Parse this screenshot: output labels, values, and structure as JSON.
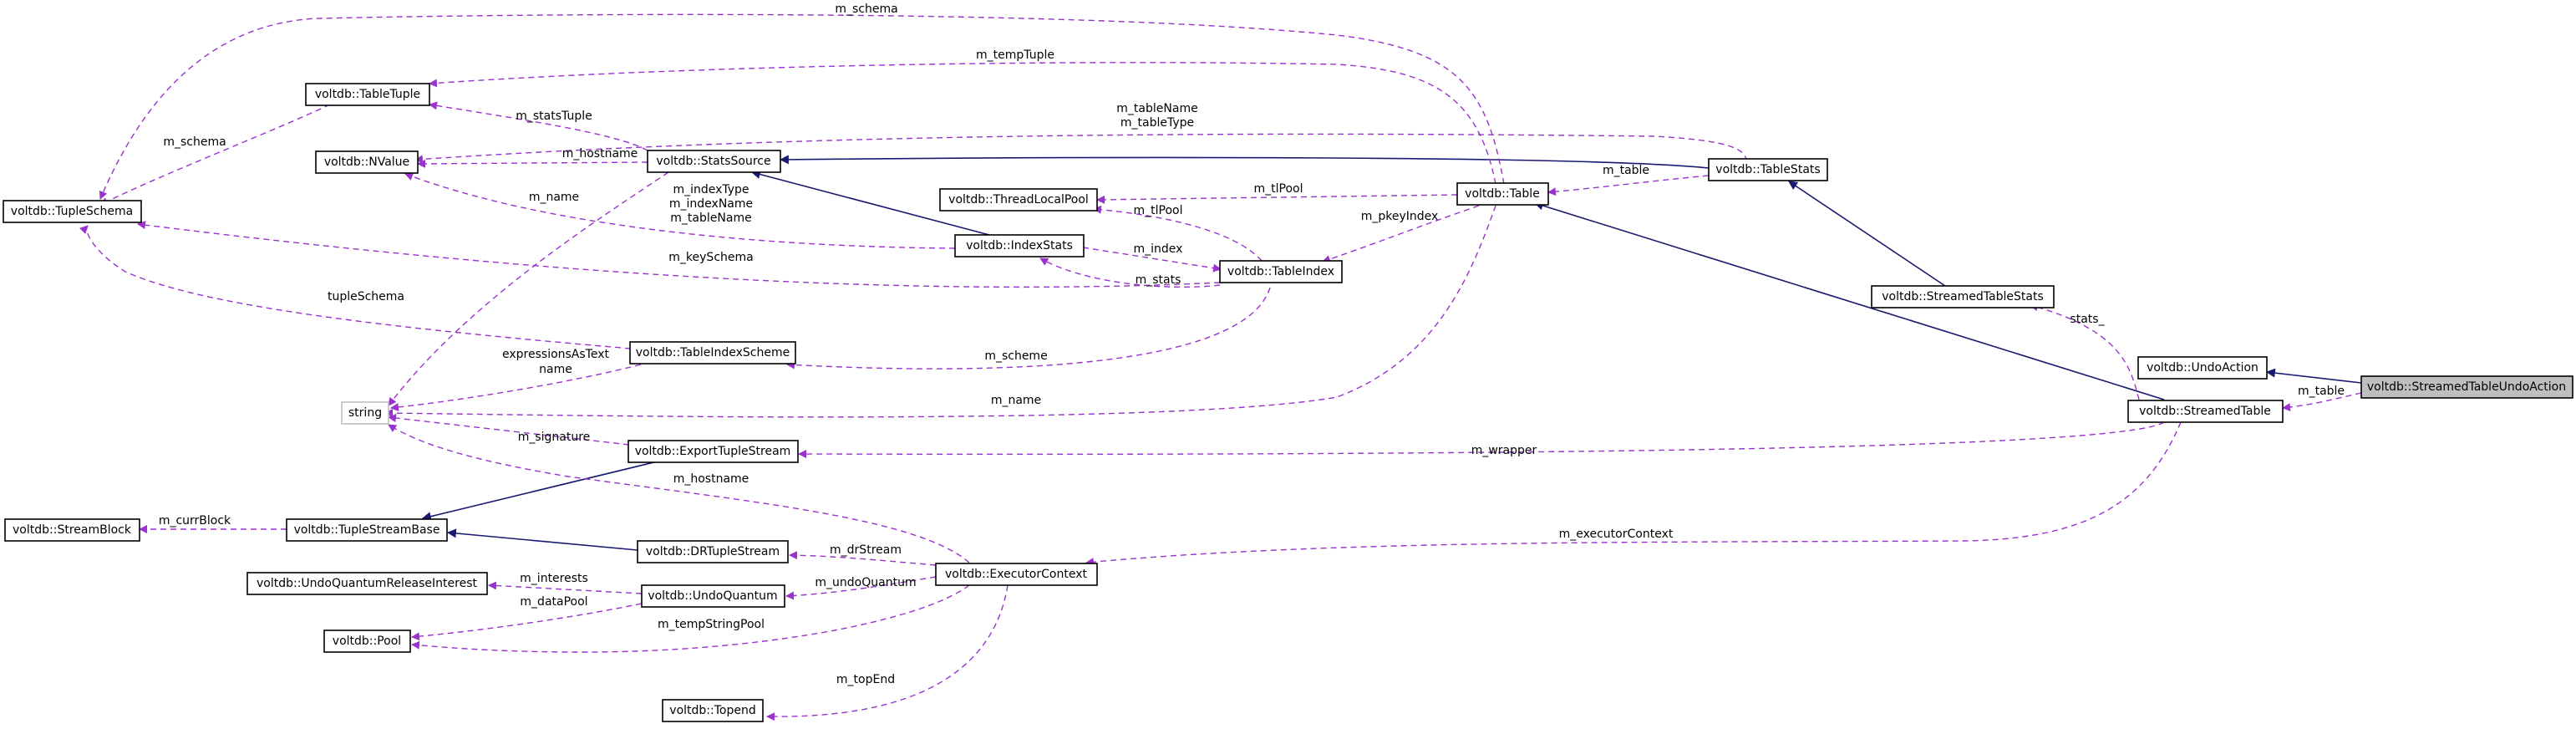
{
  "colors": {
    "usage_edge": "#9a32cd",
    "inheritance_edge": "#191970",
    "focus_fill": "#bfbfbf",
    "muted_border": "#bfbfbf"
  },
  "nodes": {
    "streamedtableundoaction": "voltdb::StreamedTableUndoAction",
    "undoaction": "voltdb::UndoAction",
    "streamedtable": "voltdb::StreamedTable",
    "streamedtablestats": "voltdb::StreamedTableStats",
    "tablestats": "voltdb::TableStats",
    "table": "voltdb::Table",
    "tupleschema": "voltdb::TupleSchema",
    "tabletuple": "voltdb::TableTuple",
    "nvalue": "voltdb::NValue",
    "statssource": "voltdb::StatsSource",
    "threadlocalpool": "voltdb::ThreadLocalPool",
    "indexstats": "voltdb::IndexStats",
    "tableindex": "voltdb::TableIndex",
    "tableindexscheme": "voltdb::TableIndexScheme",
    "string": "string",
    "exporttuplestream": "voltdb::ExportTupleStream",
    "streamblock": "voltdb::StreamBlock",
    "tuplestreambase": "voltdb::TupleStreamBase",
    "drtuplestream": "voltdb::DRTupleStream",
    "undoquantumreleaseinterest": "voltdb::UndoQuantumReleaseInterest",
    "undoquantum": "voltdb::UndoQuantum",
    "executorcontext": "voltdb::ExecutorContext",
    "pool": "voltdb::Pool",
    "topend": "voltdb::Topend"
  },
  "labels": {
    "m_schema_top": "m_schema",
    "m_temptuple": "m_tempTuple",
    "m_tablename_tabletype": "m_tableName\nm_tableType",
    "m_statstuple": "m_statsTuple",
    "m_schema_left": "m_schema",
    "m_hostname_top": "m_hostname",
    "m_table_stats": "m_table",
    "m_tlpool_table": "m_tlPool",
    "m_name_nvalue": "m_name",
    "m_indextype_group": "m_indexType\nm_indexName\nm_tableName",
    "m_tlpool_index": "m_tlPool",
    "m_pkeyindex": "m_pkeyIndex",
    "m_index": "m_index",
    "m_keyschema": "m_keySchema",
    "m_stats": "m_stats",
    "tupleschema": "tupleSchema",
    "expressions_name": "expressionsAsText\nname",
    "m_scheme": "m_scheme",
    "stats_": "stats_",
    "m_name_string": "m_name",
    "m_table_undo": "m_table",
    "m_signature": "m_signature",
    "m_wrapper": "m_wrapper",
    "m_hostname_exec": "m_hostname",
    "m_currblock": "m_currBlock",
    "m_executorcontext": "m_executorContext",
    "m_drstream": "m_drStream",
    "m_interests": "m_interests",
    "m_datapool": "m_dataPool",
    "m_undoquantum": "m_undoQuantum",
    "m_tempstringpool": "m_tempStringPool",
    "m_topend": "m_topEnd"
  }
}
